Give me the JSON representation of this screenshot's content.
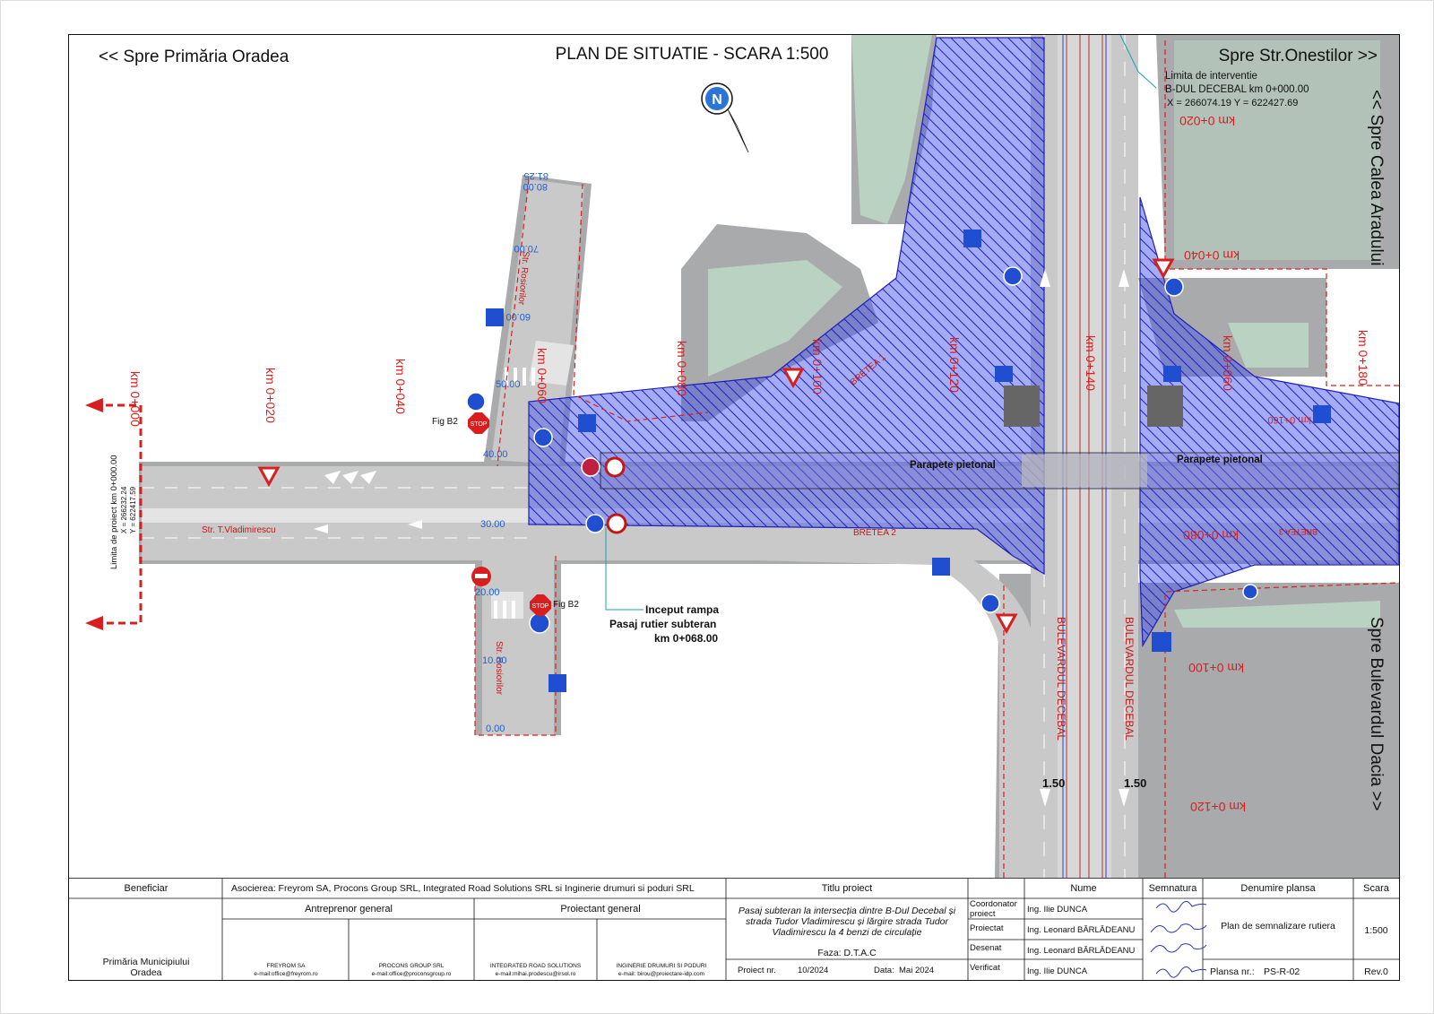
{
  "header": {
    "left_direction": "<<   Spre Primăria Oradea",
    "title": "PLAN DE SITUATIE - SCARA 1:500",
    "right_direction": "Spre Str.Onestilor >>",
    "right_top_vertical": "<<  Spre Calea Aradului",
    "right_bottom_vertical": "Spre Bulevardul Dacia >>"
  },
  "annotations": {
    "limit_intervention": [
      "Limita de interventie",
      "B-DUL DECEBAL km 0+000.00",
      "X = 266074.19     Y = 622427.69"
    ],
    "limit_project": [
      "Limita de proiect km 0+000.00",
      "X = 266232.24",
      "Y = 622417.59"
    ],
    "ramp_start": [
      "Inceput rampa",
      "Pasaj rutier subteran",
      "km 0+068.00"
    ],
    "parapet_left": "Parapete pietonal",
    "parapet_right": "Parapete pietonal",
    "fig_b2_top": "Fig B2",
    "fig_b2_bottom": "Fig B2",
    "bretea_1": "BRETEA 1",
    "bretea_2": "BRETEA 2",
    "bretea_3": "BRETEA 3"
  },
  "streets": {
    "vladimirescu": "Str. T.Vladimirescu",
    "rosiorilor_top": "Str. Rosiorilor",
    "rosiorilor_bottom": "Str. Rosiorilor",
    "decebal_left": "BULEVARDUL  DECEBAL",
    "decebal_right": "BULEVARDUL  DECEBAL"
  },
  "chainages": {
    "main": [
      "km 0+000",
      "km 0+020",
      "km 0+040",
      "km 0+060",
      "km 0+080",
      "km 0+100",
      "km 0+120",
      "km 0+140"
    ],
    "right": [
      "km 0+020",
      "km 0+040",
      "km 0+060",
      "km 0+080",
      "km 0+100",
      "km 0+120",
      "km 0+180",
      "km 0+160"
    ],
    "rosiorilor_top": [
      "80.00",
      "81.25",
      "70.00",
      "60.00",
      "50.00",
      "40.00"
    ],
    "rosiorilor_bottom": [
      "30.00",
      "20.00",
      "10.00",
      "0.00"
    ],
    "decebal_widths": [
      "1.50",
      "1.50"
    ]
  },
  "signs": {
    "stop": "STOP"
  },
  "title_block": {
    "beneficiar_label": "Beneficiar",
    "beneficiar": "Primăria Municipiului Oradea",
    "asocierea": "Asocierea: Freyrom SA,  Procons Group SRL, Integrated Road Solutions SRL si Inginerie drumuri si poduri SRL",
    "antreprenor_label": "Antreprenor general",
    "proiectant_label": "Proiectant general",
    "firms": [
      {
        "name": "FREYROM SA",
        "email": "e-mail:office@freyrom.ro"
      },
      {
        "name": "PROCONS GROUP SRL",
        "email": "e-mail:office@proconsgroup.ro"
      },
      {
        "name": "INTEGRATED ROAD SOLUTIONS",
        "email": "e-mail:mihai.prodescu@irsol.ro"
      },
      {
        "name": "INGINERIE DRUMURI SI PODURI",
        "email": "e-mail: birou@proiectare-idp.com"
      }
    ],
    "titlu_label": "Titlu proiect",
    "titlu": "Pasaj subteran la intersecția dintre B-Dul Decebal și strada Tudor Vladimirescu și lărgire strada Tudor Vladimirescu la 4 benzi de circulație",
    "faza": "Faza: D.T.A.C",
    "proiect_nr_label": "Proiect nr.",
    "proiect_nr": "10/2024",
    "data_label": "Data:",
    "data": "Mai 2024",
    "roles_header_name": "Nume",
    "roles_header_sign": "Semnatura",
    "roles": [
      {
        "role": "Coordonator proiect",
        "name": "Ing. Ilie DUNCA"
      },
      {
        "role": "Proiectat",
        "name": "Ing. Leonard BĂRLĂDEANU"
      },
      {
        "role": "Desenat",
        "name": "Ing. Leonard BĂRLĂDEANU"
      },
      {
        "role": "Verificat",
        "name": "Ing. Ilie DUNCA"
      }
    ],
    "denumire_label": "Denumire plansa",
    "denumire": "Plan de semnalizare rutiera",
    "scara_label": "Scara",
    "scara": "1:500",
    "plansa_label": "Plansa nr.:",
    "plansa": "PS-R-02",
    "rev": "Rev.0"
  },
  "colors": {
    "road": "#c9c9c9",
    "lane": "#e4e4e4",
    "sidewalk": "#a8aaac",
    "green": "#b9d2c2",
    "hatch": "#2a2fd0",
    "red": "#d81f1f"
  }
}
